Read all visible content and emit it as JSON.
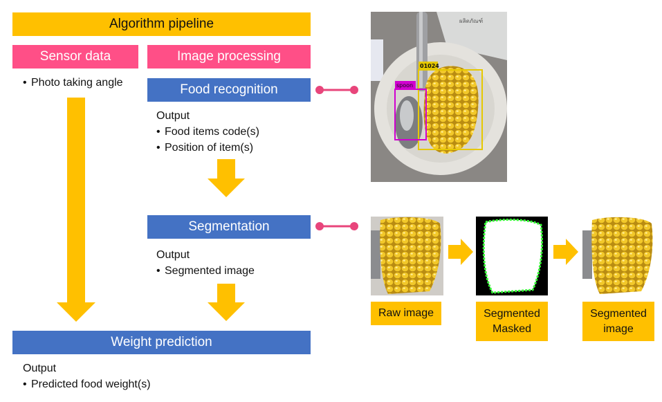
{
  "pipeline": {
    "title": "Algorithm pipeline",
    "sensor_data": "Sensor data",
    "image_processing": "Image processing",
    "sensor_bullet": "Photo taking angle",
    "food_recognition": {
      "title": "Food recognition",
      "output_label": "Output",
      "bullets": [
        "Food items code(s)",
        "Position of item(s)"
      ]
    },
    "segmentation": {
      "title": "Segmentation",
      "output_label": "Output",
      "bullets": [
        "Segmented image"
      ]
    },
    "weight_prediction": {
      "title": "Weight prediction",
      "output_label": "Output",
      "bullets": [
        "Predicted food weight(s)"
      ]
    }
  },
  "photo": {
    "spoon_label": "spoon",
    "corn_label": "01024",
    "paper_text": "ผลิตภัณฑ์"
  },
  "seg_steps": {
    "raw": "Raw image",
    "masked_line1": "Segmented",
    "masked_line2": "Masked",
    "segmented_line1": "Segmented",
    "segmented_line2": "image"
  },
  "colors": {
    "gold": "#ffc000",
    "pink": "#ff4f87",
    "blue": "#4472c4",
    "connector": "#e8457b",
    "mask_edge": "#33ff33"
  }
}
